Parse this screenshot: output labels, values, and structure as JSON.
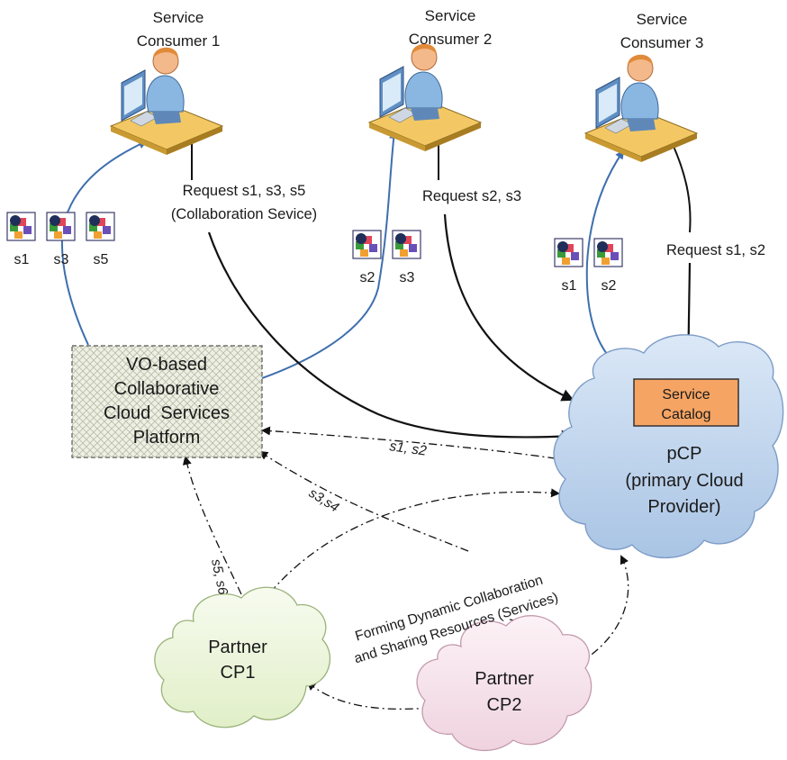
{
  "consumers": [
    {
      "line1": "Service",
      "line2": "Consumer 1",
      "request_line1": "Request s1, s3, s5",
      "request_line2": "(Collaboration Sevice)",
      "services": [
        "s1",
        "s3",
        "s5"
      ]
    },
    {
      "line1": "Service",
      "line2": "Consumer 2",
      "request_line1": "Request s2, s3",
      "request_line2": "",
      "services": [
        "s2",
        "s3"
      ]
    },
    {
      "line1": "Service",
      "line2": "Consumer 3",
      "request_line1": "Request s1, s2",
      "request_line2": "",
      "services": [
        "s1",
        "s2"
      ]
    }
  ],
  "platform": {
    "lines": [
      "VO-based",
      "Collaborative",
      "Cloud  Services",
      "Platform"
    ]
  },
  "pcp": {
    "catalog_line1": "Service",
    "catalog_line2": "Catalog",
    "lines": [
      "pCP",
      "(primary Cloud",
      "Provider)"
    ]
  },
  "partners": [
    {
      "line1": "Partner",
      "line2": "CP1"
    },
    {
      "line1": "Partner",
      "line2": "CP2"
    }
  ],
  "flow_labels": {
    "s1_s2": "s1, s2",
    "s3_s4": "s3,s4",
    "s5_s6": "s5, s6"
  },
  "collab_text": {
    "line1": "Forming Dynamic Collaboration",
    "line2": "and Sharing Resources (Services)"
  },
  "colors": {
    "blue_arrow": "#3e6fae",
    "black_arrow": "#111111",
    "catalog_fill": "#f6a463",
    "pcp_cloud": "#c8daf0",
    "cp1_cloud": "#eef6dc",
    "cp2_cloud": "#f8e6ee"
  }
}
